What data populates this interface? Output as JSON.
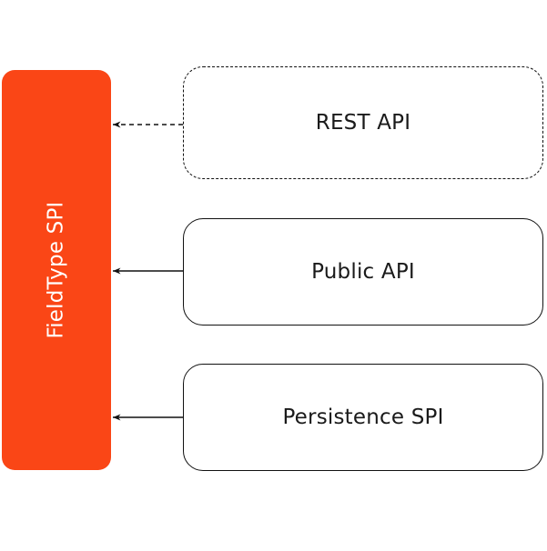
{
  "diagram": {
    "background_color": "#ffffff",
    "accent_color": "#fa4616",
    "line_color": "#111111",
    "text_color": "#1a1a1a",
    "spi_block": {
      "label": "FieldType SPI",
      "text_color": "#ffffff",
      "fill_color": "#fa4616",
      "orientation": "vertical-bottom-to-top"
    },
    "nodes": [
      {
        "id": "rest-api",
        "label": "REST API",
        "border_style": "dashed",
        "fill_color": "#ffffff"
      },
      {
        "id": "public-api",
        "label": "Public API",
        "border_style": "solid",
        "fill_color": "#ffffff"
      },
      {
        "id": "persistence-spi",
        "label": "Persistence SPI",
        "border_style": "solid",
        "fill_color": "#ffffff"
      }
    ],
    "connectors": [
      {
        "id": "rest-api-to-spi",
        "from": "rest-api",
        "to": "spi-block",
        "line_style": "dashed",
        "arrowhead": "filled-triangle",
        "direction": "right-to-left"
      },
      {
        "id": "public-api-to-spi",
        "from": "public-api",
        "to": "spi-block",
        "line_style": "solid",
        "arrowhead": "filled-triangle",
        "direction": "right-to-left"
      },
      {
        "id": "persistence-spi-to-spi",
        "from": "persistence-spi",
        "to": "spi-block",
        "line_style": "solid",
        "arrowhead": "filled-triangle",
        "direction": "right-to-left"
      }
    ]
  }
}
